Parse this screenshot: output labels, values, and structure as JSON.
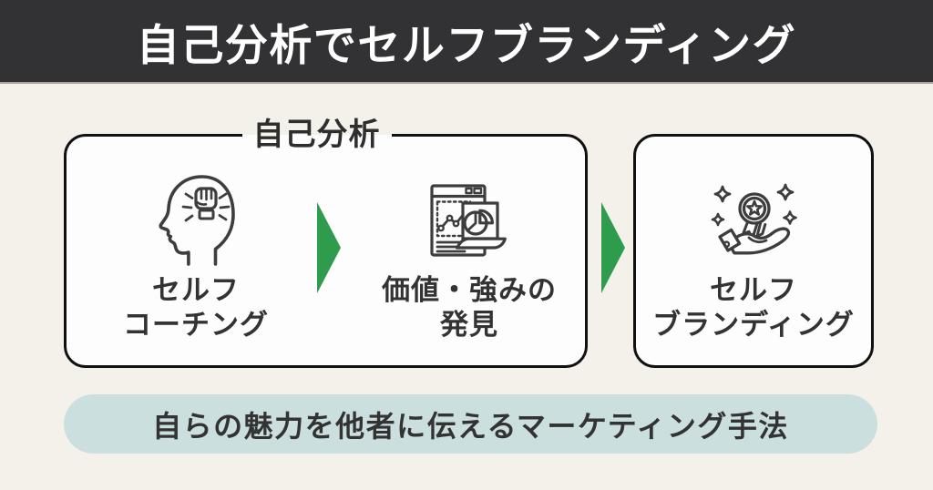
{
  "header": {
    "title": "自己分析でセルフブランディング"
  },
  "flow": {
    "group_label": "自己分析",
    "steps": [
      {
        "line1": "セルフ",
        "line2": "コーチング",
        "icon": "head-fist-icon"
      },
      {
        "line1": "価値・強みの",
        "line2": "発見",
        "icon": "documents-chart-icon"
      },
      {
        "line1": "セルフ",
        "line2": "ブランディング",
        "icon": "hand-medal-icon"
      }
    ]
  },
  "footer": {
    "caption": "自らの魅力を他者に伝えるマーケティング手法"
  },
  "colors": {
    "background": "#f3f1ea",
    "banner": "#323234",
    "box_fill": "#fdfdfd",
    "box_border": "#111111",
    "arrow_green": "#2e9b4d",
    "pill_fill": "#ccdfdf",
    "text_dark": "#333333"
  }
}
